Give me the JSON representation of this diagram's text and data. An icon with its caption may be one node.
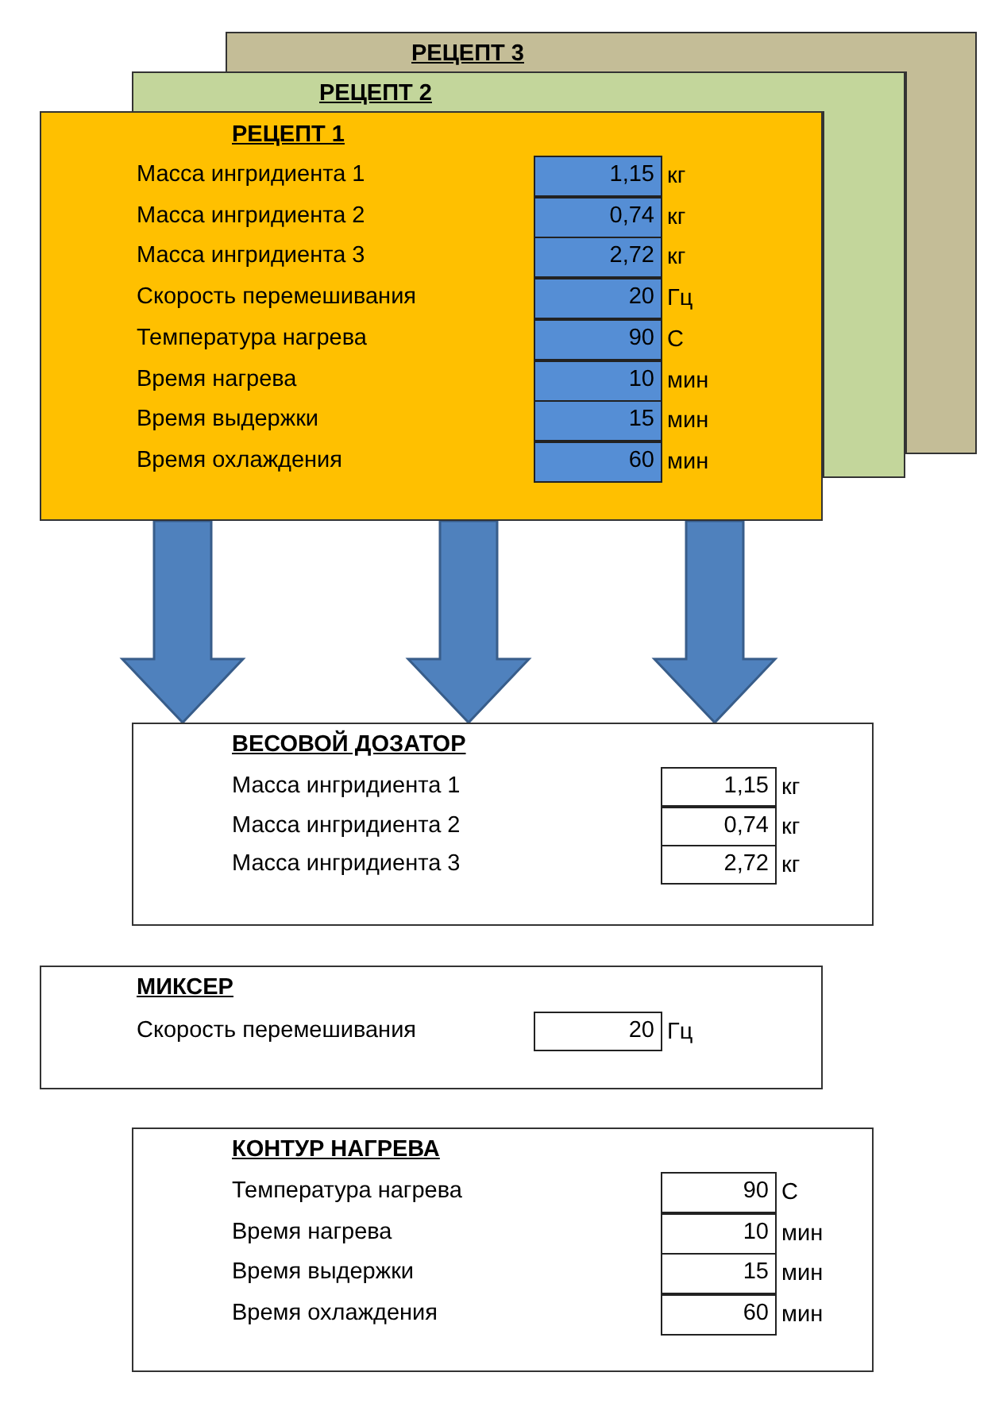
{
  "diagram": {
    "nodes": [
      {
        "text": [
          "РЕЦЕПТ 3"
        ]
      },
      {
        "text": [
          "РЕЦЕПТ 2"
        ]
      },
      {
        "text": [
          "РЕЦЕПТ 1",
          "Масса ингридиента 1",
          "кг",
          "Масса ингридиента 2",
          "кг",
          "Масса ингридиента 3",
          "кг",
          "Скорость перемешивания",
          "Гц",
          "Температура нагрева",
          "С",
          "Время нагрева",
          "мин",
          "Время выдержки",
          "мин",
          "Время охлаждения",
          "мин"
        ]
      },
      {
        "text": [
          "1,15"
        ],
        "in": 2
      },
      {
        "text": [
          "0,74"
        ],
        "in": 2
      },
      {
        "text": [
          "2,72"
        ],
        "in": 2
      },
      {
        "text": [
          "20"
        ],
        "in": 2
      },
      {
        "text": [
          "90"
        ],
        "in": 2
      },
      {
        "text": [
          "10"
        ],
        "in": 2
      },
      {
        "text": [
          "15"
        ],
        "in": 2
      },
      {
        "text": [
          "60"
        ],
        "in": 2
      },
      {
        "text": [
          "ВЕСОВОЙ ДОЗАТОР",
          "Масса ингридиента 1",
          "кг",
          "Масса ингридиента 2",
          "кг",
          "Масса ингридиента 3",
          "кг"
        ]
      },
      {
        "text": [
          "1,15"
        ],
        "in": 11
      },
      {
        "text": [
          "0,74"
        ],
        "in": 11
      },
      {
        "text": [
          "2,72"
        ],
        "in": 11
      },
      {
        "text": [
          "МИКСЕР",
          "Скорость перемешивания",
          "Гц"
        ]
      },
      {
        "text": [
          "20"
        ],
        "in": 15
      },
      {
        "text": [
          "КОНТУР НАГРЕВА",
          "Температура нагрева",
          "С",
          "Время нагрева",
          "мин",
          "Время выдержки",
          "мин",
          "Время охлаждения",
          "мин"
        ]
      },
      {
        "text": [
          "90"
        ],
        "in": 17
      },
      {
        "text": [
          "10"
        ],
        "in": 17
      },
      {
        "text": [
          "15"
        ],
        "in": 17
      },
      {
        "text": [
          "60"
        ],
        "in": 17
      }
    ],
    "edges": [
      {
        "from": 2,
        "to": 11,
        "arrow": "to"
      },
      {
        "from": 2,
        "to": 11,
        "arrow": "to"
      },
      {
        "from": 2,
        "to": 11,
        "arrow": "to"
      }
    ]
  }
}
